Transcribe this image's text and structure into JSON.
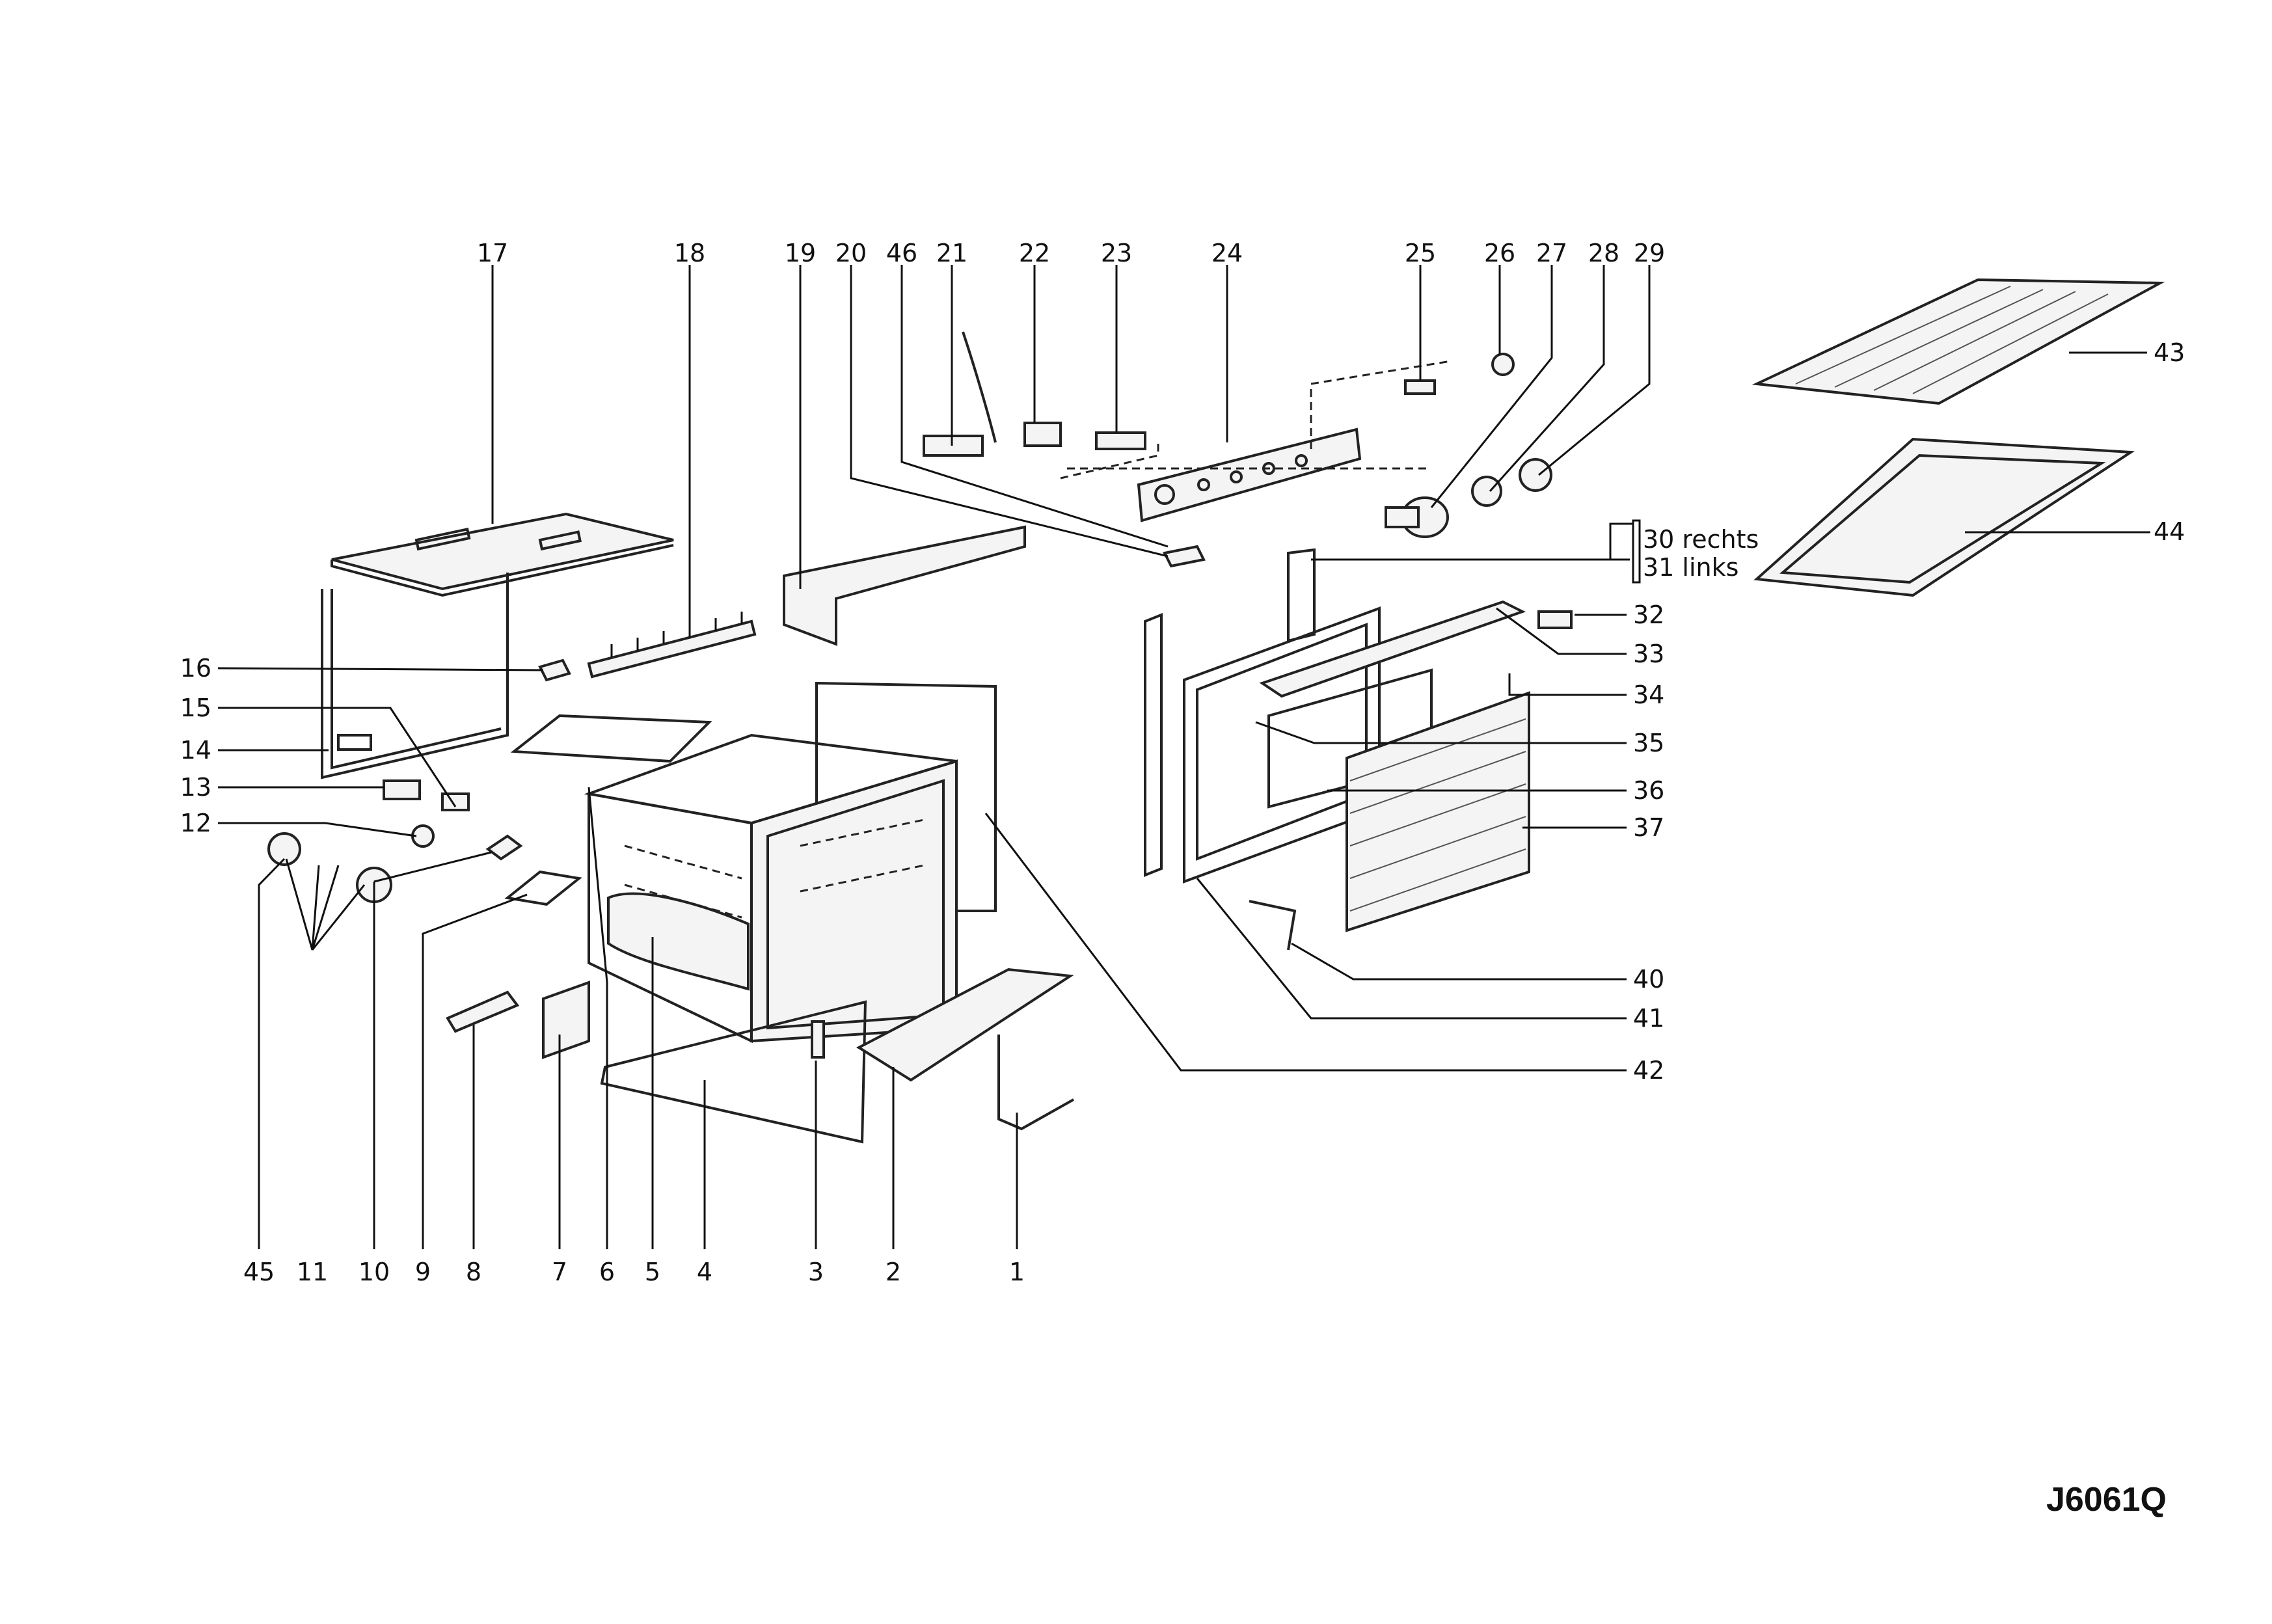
{
  "labels": {
    "top": [
      "17",
      "18",
      "19",
      "20",
      "46",
      "21",
      "22",
      "23",
      "24",
      "25",
      "26",
      "27",
      "28",
      "29"
    ],
    "right": [
      "43",
      "44",
      "30 rechts",
      "31 links",
      "32",
      "33",
      "34",
      "35",
      "36",
      "37",
      "40",
      "41",
      "42"
    ],
    "left": [
      "16",
      "15",
      "14",
      "13",
      "12"
    ],
    "bottom": [
      "45",
      "11",
      "10",
      "9",
      "8",
      "7",
      "6",
      "5",
      "4",
      "3",
      "2",
      "1"
    ]
  },
  "diagram_code": "J6061Q"
}
